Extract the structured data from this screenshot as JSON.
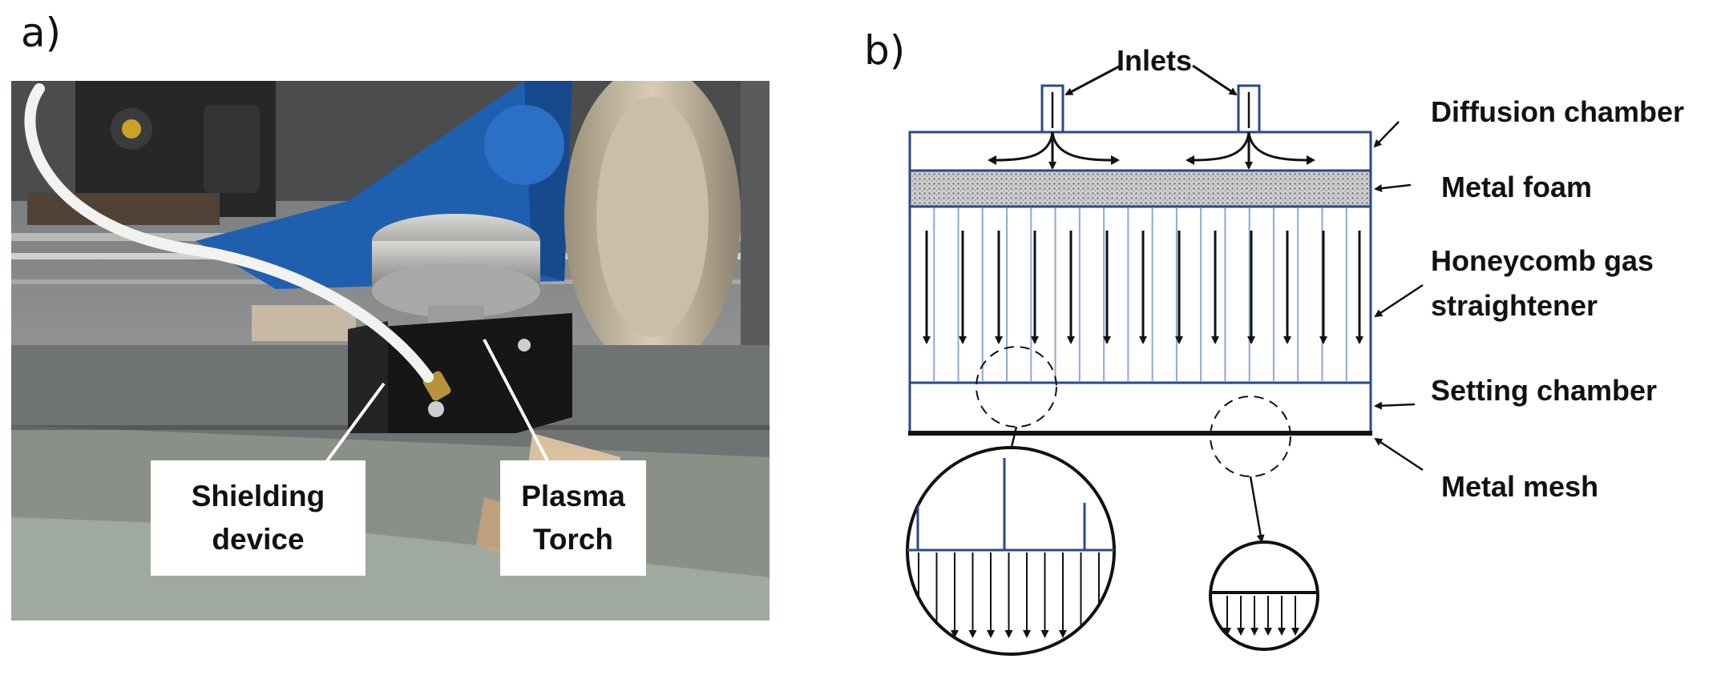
{
  "panels": {
    "a": {
      "label": "a)",
      "callouts": {
        "shielding_device": {
          "line1": "Shielding",
          "line2": "device"
        },
        "plasma_torch": {
          "line1": "Plasma",
          "line2": "Torch"
        }
      }
    },
    "b": {
      "label": "b)",
      "labels": {
        "inlets": "Inlets",
        "diffusion_chamber": "Diffusion chamber",
        "metal_foam": "Metal foam",
        "honeycomb_line1": "Honeycomb gas",
        "honeycomb_line2": "straightener",
        "setting_chamber": "Setting chamber",
        "metal_mesh": "Metal mesh"
      }
    }
  },
  "colors": {
    "frame_blue": "#2a4a8a",
    "honeycomb_line": "#8fa8d4",
    "foam": "#8a8a8a",
    "machine_blue": "#1f5fb0"
  }
}
